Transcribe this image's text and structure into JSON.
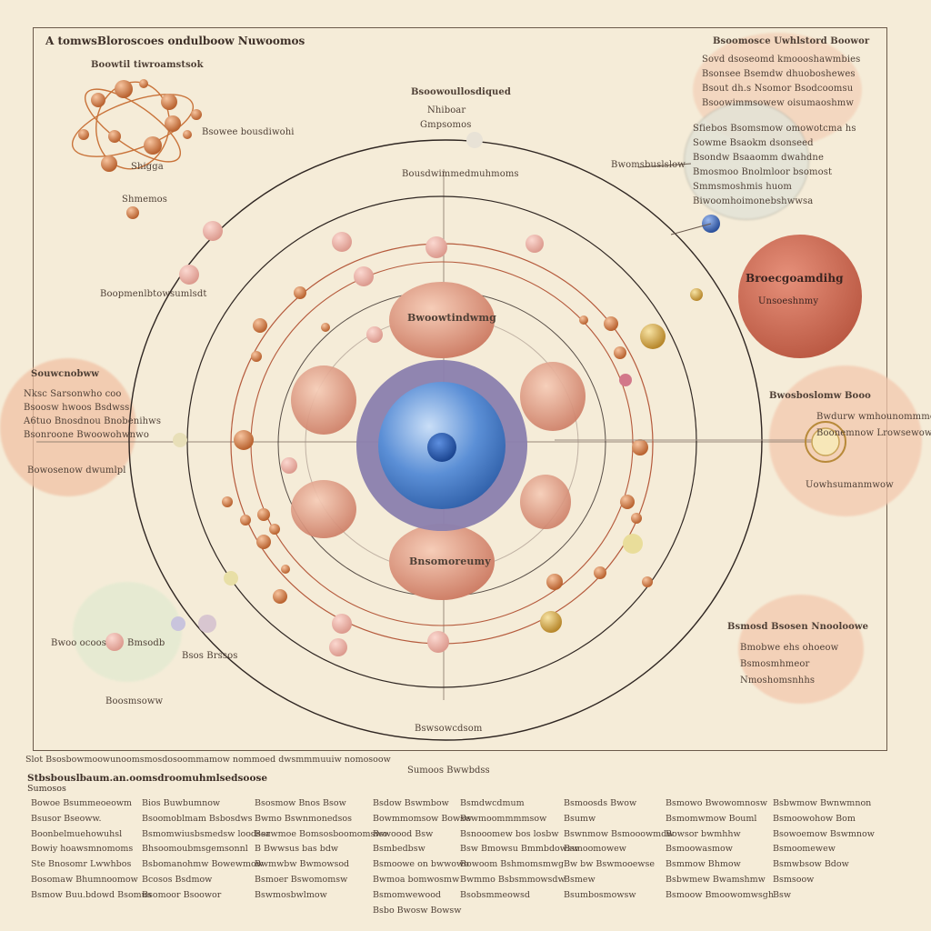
{
  "title": "A tomwsBloroscoes ondulboow Nuwoomos",
  "labels": {
    "top_left_molecule": "Boowtil tiwroamstsok",
    "molecule_side": "Bsowee bousdiwohi",
    "molecule_under": "Shigga",
    "left_small_1": "Shmemos",
    "left_mid": "Boopmenlbtowsumlsdt",
    "top_center_1": "Bsoowoullosdiqued",
    "top_center_2": "Nhiboar",
    "top_center_3": "Gmpsomos",
    "upper_ring": "Bousdwimmedmuhmoms",
    "inner_top_lobe": "Bwoowtindwmg",
    "inner_bottom_lobe": "Bnsomoreumy",
    "right_big_sphere_1": "Broecgoamdihg",
    "right_big_sphere_2": "Unsoeshnmy",
    "right_pointer": "Bwomsbuslslow",
    "top_right_header": "Bsoomosce Uwhlstord Boowor",
    "top_right_lines": [
      "Sovd dsoseomd kmoooshawmbies",
      "Bsonsee Bsemdw dhuoboshewes",
      "Bsout dh.s Nsomor Bsodcoomsu",
      "Bsoowimmsowew oisumaoshmw"
    ],
    "right_bubble_lines": [
      "Sfiebos Bsomsmow omowotcma hs",
      "Sowme Bsaokm dsonseed",
      "Bsondw Bsaaomm dwahdne",
      "Bmosmoo Bnolmloor bsomost",
      "Smmsmoshmis huom",
      "Biwoomhoimonebshwwsa"
    ],
    "left_panel_title": "Souwcnobww",
    "left_panel_lines": [
      "Nksc Sarsonwho coo",
      "Bsoosw hwoos Bsdwss",
      "A6tuo Bnosdnou Bnobenihws",
      "Bsonroone Bwoowohwnwo"
    ],
    "left_panel_foot": "Bowosenow dwumlpl",
    "right_panel_head": "Bwosboslomw Booo",
    "right_panel_lines": [
      "Bwdurw wmhounommmommolkw",
      "Boonemnow Lrowsewow"
    ],
    "right_panel_foot": "Uowhsumanmwow",
    "lower_right_head": "Bsmosd Bsosen Nnooloowe",
    "lower_right_lines": [
      "Bmobwe ehs ohoeow",
      "Bsmosmhmeor",
      "Nmoshomsnhhs"
    ],
    "lower_left_1": "Bwoo ocoos",
    "lower_left_2": "Bmsodb",
    "lower_left_3": "Bsos Brssos",
    "lower_left_4": "Boosmsoww",
    "bottom_center": "Bswsowcdsom",
    "bottom_strip": "Slot  Bsosbowmoowunoomsmosdosoommamow nommoed dwsmmmuuiw nomosoow",
    "bottom_caption": "Sumoos Bwwbdss"
  },
  "legend": {
    "heading": "Stbsbouslbaum.an.oomsdroomuhmlsedsoose",
    "subheading": "Sumosos",
    "columns": [
      [
        "Bowoe Bsummeoeowm",
        "Bsusor Bseoww.",
        "Boonbelmuehowuhsl",
        "Bowiy hoawsmnomoms",
        "Ste Bnosomr Lwwhbos",
        "Bosomaw Bhumnoomow",
        "Bsmow Buu.bdowd Bsomus"
      ],
      [
        "Bios Buwbumnow",
        "Bsoomoblmam Bsbosdws",
        "Bsmomwiusbsmedsw loodser",
        "Bhsoomoubmsgemsonnl",
        "Bsbomanohmw Bowewmow",
        "Bcosos Bsdmow",
        "Bsomoor Bsoowor"
      ],
      [
        "Bsosmow Bnos Bsow",
        "Bwmo Bswnmonedsos",
        "Bsawmoe Bomsosboomomswo",
        "B Bwwsus bas bdw",
        "Bwmwbw Bwmowsod",
        "Bsmoer Bswomomsw",
        "Bswmosbwlmow"
      ],
      [
        "Bsdow Bswmbow",
        "Bowmmomsow Bowsw",
        "Bswoood Bsw",
        "Bsmbedbsw",
        "Bsmoowe on bwwowo",
        "Bwmoa bomwosmw",
        "Bsmomwewood",
        "Bsbo Bwosw Bowsw"
      ],
      [
        "Bsmdwcdmum",
        "Bswmoommmmsow",
        "Bsnooomew bos losbw",
        "Bsw Bmowsu Bmmbdowsw",
        "Bowoom Bshmomsmwg",
        "Bwmmo Bsbsmmowsdw",
        "Bsobsmmeowsd"
      ],
      [
        "Bsmoosds Bwow",
        "Bsumw",
        "Bswnmow Bsmooowmdw",
        "Bsmoomowew",
        "Bw bw Bswmooewse",
        "Bsmew",
        "Bsumbosmowsw"
      ],
      [
        "Bsmowo Bwowomnosw",
        "Bsmomwmow Bouml",
        "Bowsor bwmhhw",
        "Bsmoowasmow",
        "Bsmmow Bhmow",
        "Bsbwmew Bwamshmw",
        "Bsmoow Bmoowomwsgh"
      ],
      [
        "Bsbwmow Bwnwmnon",
        "Bsmoowohow Bom",
        "Bsowoemow Bswmnow",
        "Bsmoomewew",
        "Bsmwbsow Bdow",
        "Bsmsoow",
        "Bsw"
      ]
    ]
  },
  "colors": {
    "background": "#f5ecd8",
    "nucleus_blue": "#3b6fc0",
    "ring": "#3a2a22",
    "terracotta": "#c46a55",
    "peach": "#f2c3a6"
  }
}
